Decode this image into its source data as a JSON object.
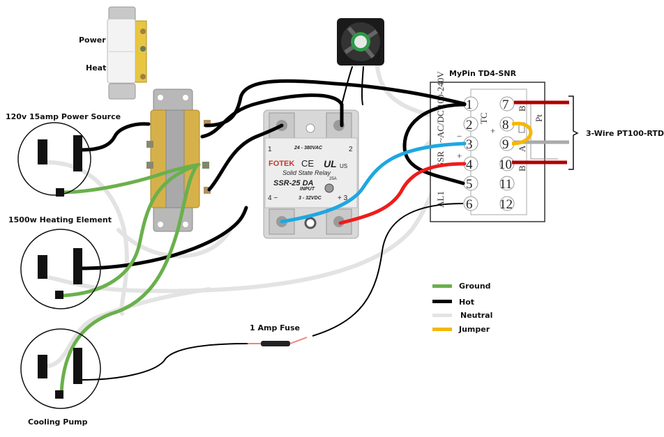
{
  "labels": {
    "power_switch": "Power",
    "heat_switch": "Heat",
    "power_source": "120v 15amp Power Source",
    "heating_element": "1500w Heating Element",
    "cooling_pump": "Cooling Pump",
    "fuse": "1 Amp Fuse",
    "controller_title": "MyPin TD4-SNR",
    "rtd": "3-Wire PT100-RTD"
  },
  "controller": {
    "left_terminals": [
      "1",
      "2",
      "3",
      "4",
      "5",
      "6"
    ],
    "right_terminals": [
      "7",
      "8",
      "9",
      "10",
      "11",
      "12"
    ],
    "side_labels": {
      "power": "~AC/DC 100-240V",
      "ssr": "SSR",
      "alarm": "AL1",
      "tc": "TC",
      "pt": "Pt",
      "a": "A",
      "b_top": "B",
      "b_bottom": "B",
      "minus": "−",
      "plus": "+"
    }
  },
  "ssr": {
    "brand": "FOTEK",
    "cert": "CE",
    "ul": "UL",
    "us": "US",
    "subtitle": "Solid State Relay",
    "model": "SSR-25 DA",
    "rating": "25A",
    "output_range": "24 - 380VAC",
    "input_label": "INPUT",
    "input_range": "3 - 32VDC",
    "terminal_1": "1",
    "terminal_2": "2",
    "terminal_3": "+ 3",
    "terminal_4": "4 −"
  },
  "legend": [
    {
      "label": "Ground",
      "color": "#6ab04c"
    },
    {
      "label": "Hot",
      "color": "#000000"
    },
    {
      "label": "Neutral",
      "color": "#e3e3e3"
    },
    {
      "label": "Jumper",
      "color": "#f5b800"
    }
  ],
  "colors": {
    "ground": "#6ab04c",
    "hot": "#000000",
    "neutral": "#e3e3e3",
    "jumper": "#f5b800",
    "rtd_red": "#b00000",
    "rtd_gray": "#aaaaaa",
    "ssr_control_pos": "#ee1c1c",
    "ssr_control_neg": "#1ea7e1",
    "fuse_lead": "#f08080",
    "switch_body": "#d8b040"
  }
}
